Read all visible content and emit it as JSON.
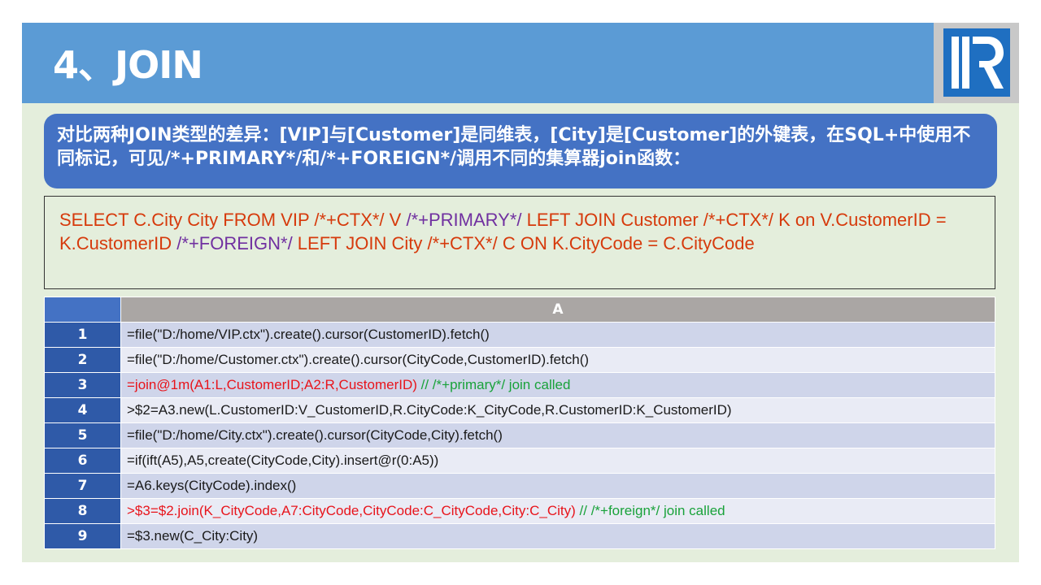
{
  "slide": {
    "title": "4、JOIN",
    "description": "对比两种JOIN类型的差异：[VIP]与[Customer]是同维表，[City]是[Customer]的外键表，在SQL+中使用不同标记，可见/*+PRIMARY*/和/*+FOREIGN*/调用不同的集算器join函数：",
    "logo": "R-logo-icon"
  },
  "sql": {
    "part1": "SELECT C.City City FROM VIP /*+CTX*/ V ",
    "hint1": "/*+PRIMARY*/",
    "part2": " LEFT JOIN Customer /*+CTX*/ K on V.CustomerID = K.CustomerID ",
    "hint2": "/*+FOREIGN*/",
    "part3": " LEFT JOIN City /*+CTX*/ C ON K.CityCode = C.CityCode"
  },
  "grid": {
    "column_header": "A",
    "rows": [
      {
        "num": "1",
        "code": "=file(\"D:/home/VIP.ctx\").create().cursor(CustomerID).fetch()",
        "comment": ""
      },
      {
        "num": "2",
        "code": "=file(\"D:/home/Customer.ctx\").create().cursor(CityCode,CustomerID).fetch()",
        "comment": ""
      },
      {
        "num": "3",
        "code": "=join@1m(A1:L,CustomerID;A2:R,CustomerID)",
        "comment": " // /*+primary*/ join called"
      },
      {
        "num": "4",
        "code": ">$2=A3.new(L.CustomerID:V_CustomerID,R.CityCode:K_CityCode,R.CustomerID:K_CustomerID)",
        "comment": ""
      },
      {
        "num": "5",
        "code": "=file(\"D:/home/City.ctx\").create().cursor(CityCode,City).fetch()",
        "comment": ""
      },
      {
        "num": "6",
        "code": "=if(ift(A5),A5,create(CityCode,City).insert@r(0:A5))",
        "comment": ""
      },
      {
        "num": "7",
        "code": "=A6.keys(CityCode).index()",
        "comment": ""
      },
      {
        "num": "8",
        "code": ">$3=$2.join(K_CityCode,A7:CityCode,CityCode:C_CityCode,City:C_City)",
        "comment": " // /*+foreign*/ join called"
      },
      {
        "num": "9",
        "code": "=$3.new(C_City:City)",
        "comment": ""
      }
    ]
  }
}
